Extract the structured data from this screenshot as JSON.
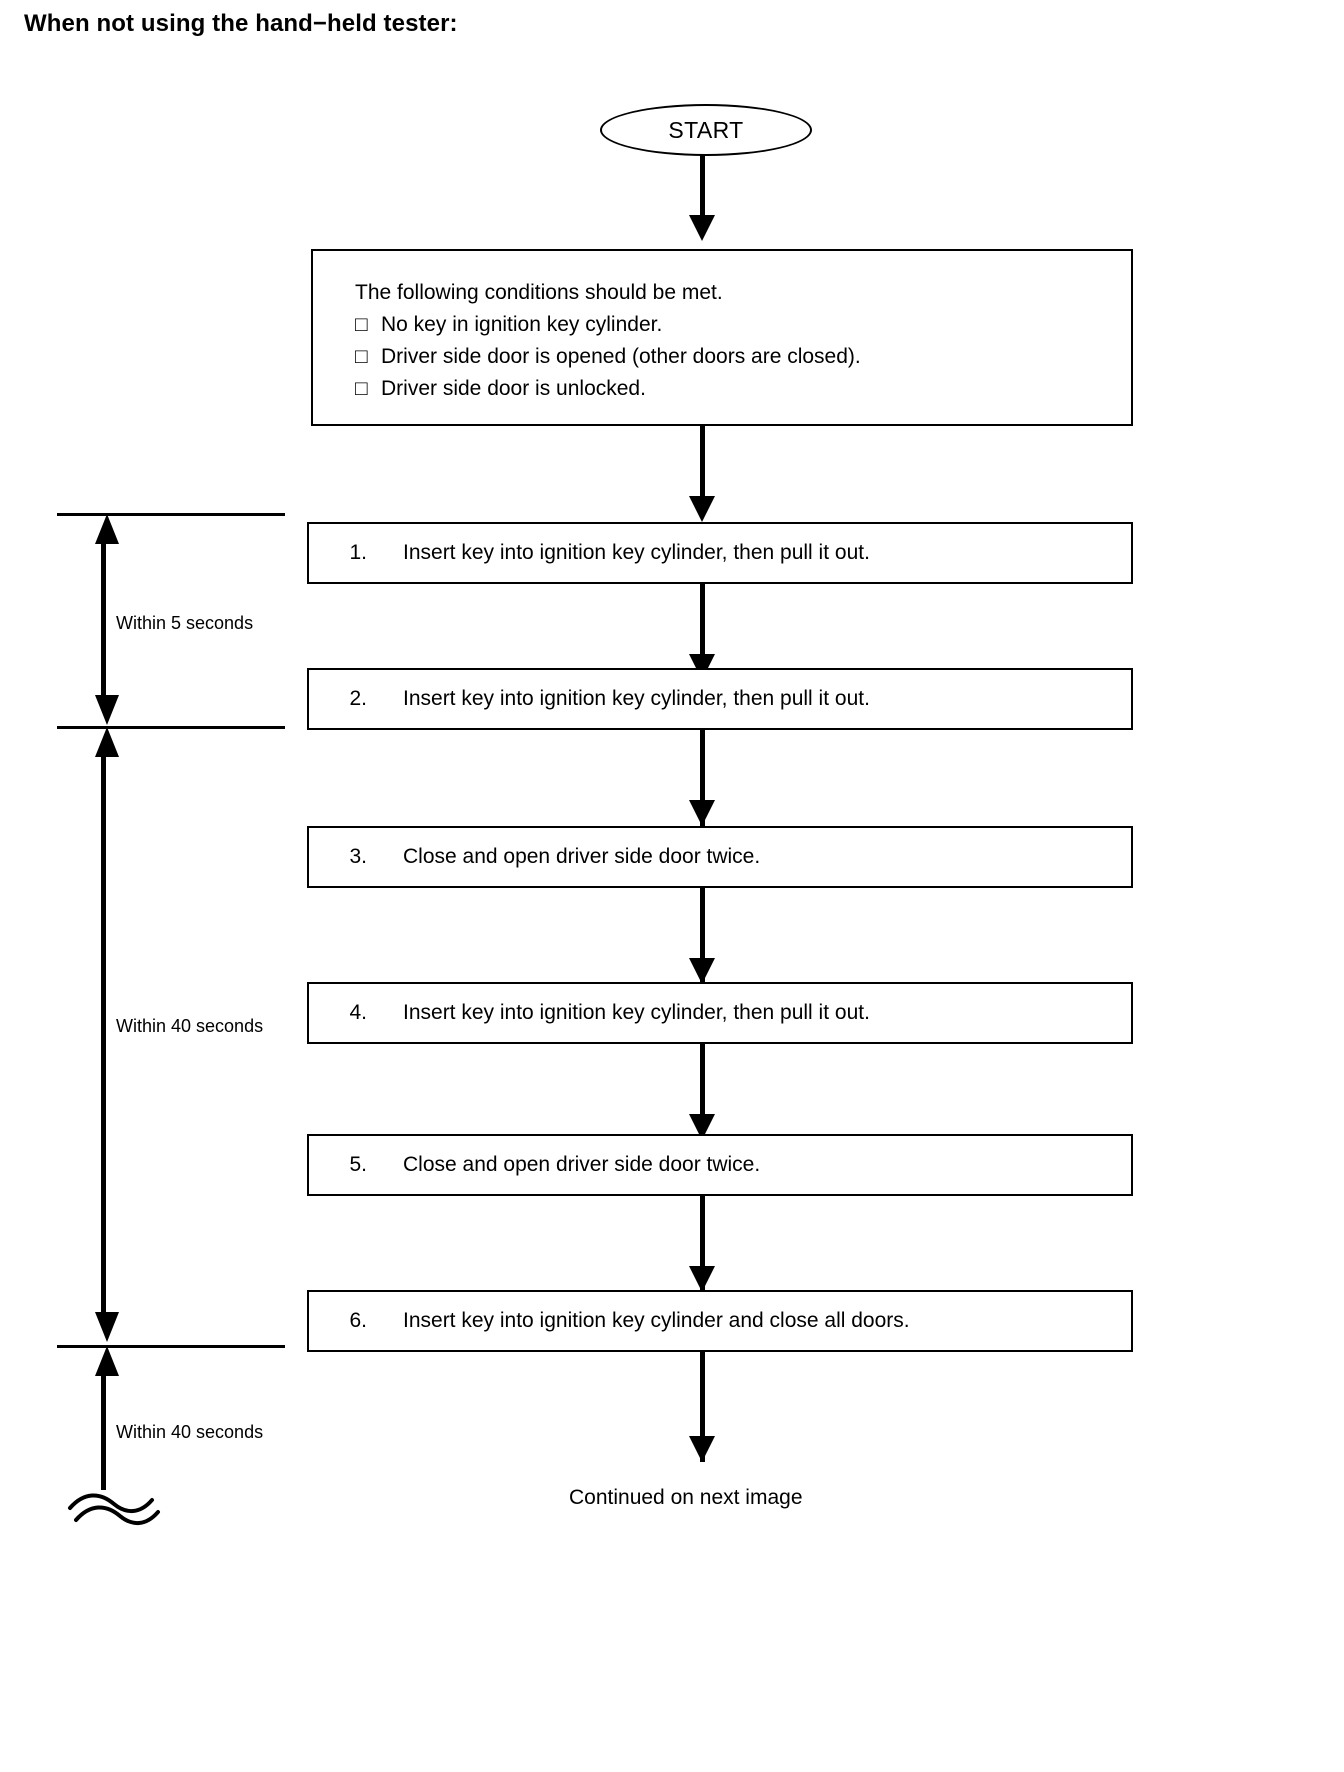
{
  "title": "When not using the hand−held tester:",
  "start": {
    "label": "START"
  },
  "conditions": {
    "heading": "The following conditions should be met.",
    "bullet_glyph": "□",
    "items": [
      "No key in ignition key cylinder.",
      "Driver side door is opened (other doors are closed).",
      "Driver side door is unlocked."
    ]
  },
  "steps": [
    {
      "num": "1.",
      "text": "Insert key into ignition key cylinder, then pull it out."
    },
    {
      "num": "2.",
      "text": "Insert key into ignition key cylinder, then pull it out."
    },
    {
      "num": "3.",
      "text": "Close and open driver side door twice."
    },
    {
      "num": "4.",
      "text": "Insert key into ignition key cylinder, then pull it out."
    },
    {
      "num": "5.",
      "text": "Close and open driver side door twice."
    },
    {
      "num": "6.",
      "text": "Insert key into ignition key cylinder and close all doors."
    }
  ],
  "timings": [
    {
      "label": "Within 5 seconds"
    },
    {
      "label": "Within 40 seconds"
    },
    {
      "label": "Within 40 seconds"
    }
  ],
  "footer": {
    "continued": "Continued on next image"
  },
  "colors": {
    "ink": "#000000",
    "paper": "#ffffff"
  }
}
